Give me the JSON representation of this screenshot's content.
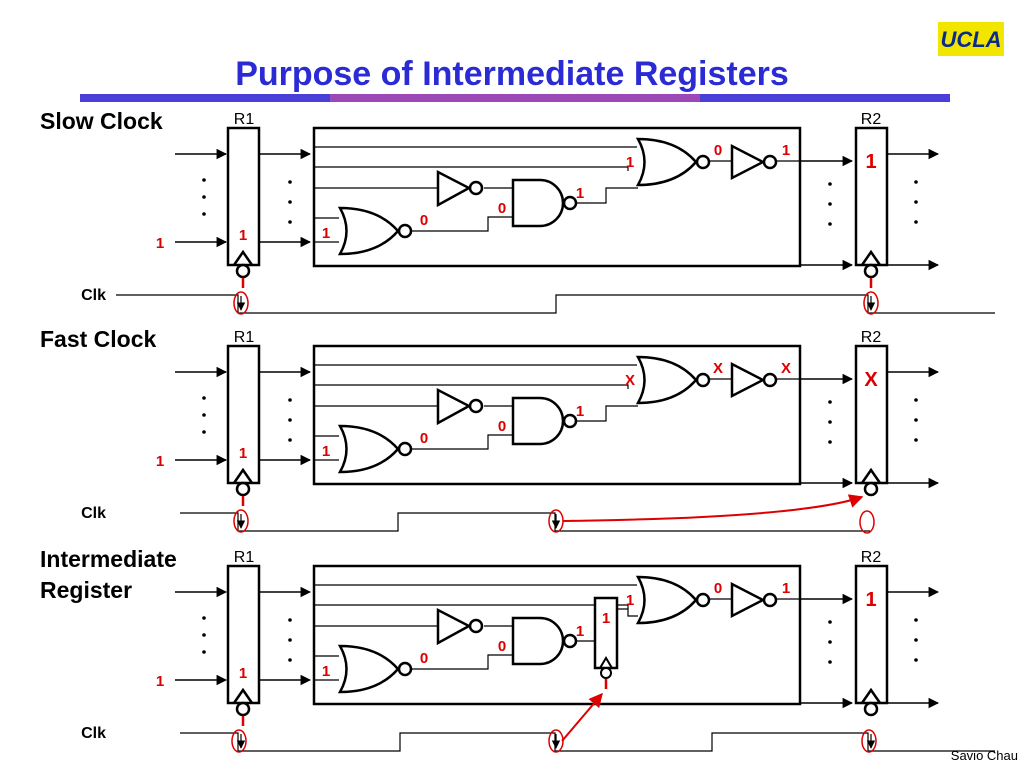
{
  "slide": {
    "title": "Purpose of Intermediate Registers",
    "logo_text": "UCLA",
    "author": "Savio Chau"
  },
  "colors": {
    "title": "#2b2bd6",
    "logic_value": "#dd0000",
    "logo_bg": "#f2e600"
  },
  "panels": [
    {
      "label_line1": "Slow Clock",
      "label_line2": "",
      "r1": "R1",
      "r2": "R2",
      "clk": "Clk",
      "input_value": "1",
      "r1_value": "1",
      "nor_in": "1",
      "nor_out": "0",
      "nand_in": "0",
      "nand_out": "1",
      "mid_value": "",
      "or_in": "1",
      "or_out": "0",
      "not_out": "1",
      "r2_value": "1"
    },
    {
      "label_line1": "Fast Clock",
      "label_line2": "",
      "r1": "R1",
      "r2": "R2",
      "clk": "Clk",
      "input_value": "1",
      "r1_value": "1",
      "nor_in": "1",
      "nor_out": "0",
      "nand_in": "0",
      "nand_out": "1",
      "mid_value": "",
      "or_in": "X",
      "or_out": "X",
      "not_out": "X",
      "r2_value": "X"
    },
    {
      "label_line1": "Intermediate",
      "label_line2": "Register",
      "r1": "R1",
      "r2": "R2",
      "clk": "Clk",
      "input_value": "1",
      "r1_value": "1",
      "nor_in": "1",
      "nor_out": "0",
      "nand_in": "0",
      "nand_out": "1",
      "mid_value": "1",
      "or_in": "1",
      "or_out": "0",
      "not_out": "1",
      "r2_value": "1"
    }
  ]
}
